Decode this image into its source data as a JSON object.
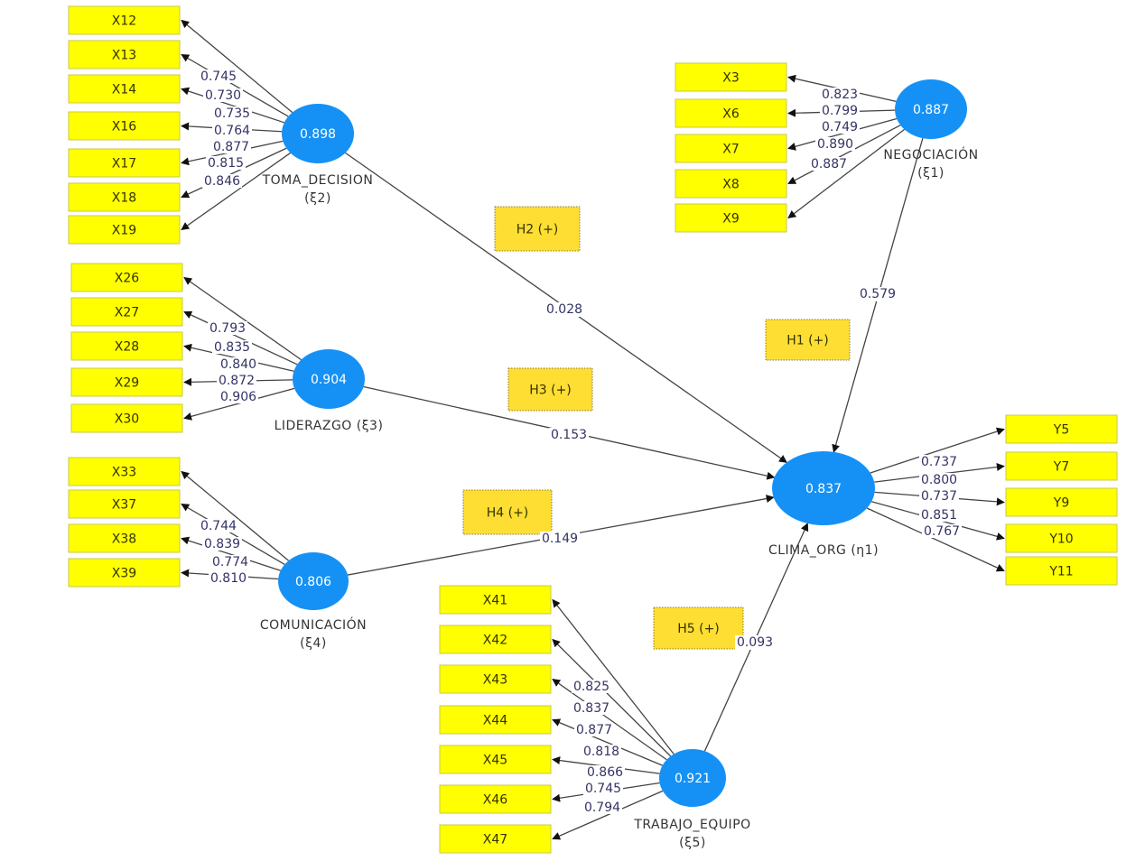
{
  "diagram": {
    "type": "pls-sem-path-model",
    "colors": {
      "latent": "#1591f5",
      "indicator": "#ffff00",
      "hypothesis": "#ffde33",
      "edge": "#444444"
    },
    "latent_variables": [
      {
        "id": "negociacion",
        "name": "NEGOCIACIÓN",
        "symbol": "(ξ1)",
        "value": "0.887",
        "indicators": [
          {
            "label": "X3",
            "loading": "0.823"
          },
          {
            "label": "X6",
            "loading": "0.799"
          },
          {
            "label": "X7",
            "loading": "0.749"
          },
          {
            "label": "X8",
            "loading": "0.890"
          },
          {
            "label": "X9",
            "loading": "0.887"
          }
        ]
      },
      {
        "id": "toma_decision",
        "name": "TOMA_DECISION",
        "symbol": "(ξ2)",
        "value": "0.898",
        "indicators": [
          {
            "label": "X12",
            "loading": "0.745"
          },
          {
            "label": "X13",
            "loading": "0.730"
          },
          {
            "label": "X14",
            "loading": "0.735"
          },
          {
            "label": "X16",
            "loading": "0.764"
          },
          {
            "label": "X17",
            "loading": "0.877"
          },
          {
            "label": "X18",
            "loading": "0.815"
          },
          {
            "label": "X19",
            "loading": "0.846"
          }
        ]
      },
      {
        "id": "liderazgo",
        "name": "LIDERAZGO (ξ3)",
        "symbol": "",
        "value": "0.904",
        "indicators": [
          {
            "label": "X26",
            "loading": "0.793"
          },
          {
            "label": "X27",
            "loading": "0.835"
          },
          {
            "label": "X28",
            "loading": "0.840"
          },
          {
            "label": "X29",
            "loading": "0.872"
          },
          {
            "label": "X30",
            "loading": "0.906"
          }
        ]
      },
      {
        "id": "comunicacion",
        "name": "COMUNICACIÓN",
        "symbol": "(ξ4)",
        "value": "0.806",
        "indicators": [
          {
            "label": "X33",
            "loading": "0.744"
          },
          {
            "label": "X37",
            "loading": "0.839"
          },
          {
            "label": "X38",
            "loading": "0.774"
          },
          {
            "label": "X39",
            "loading": "0.810"
          }
        ]
      },
      {
        "id": "trabajo_equipo",
        "name": "TRABAJO_EQUIPO",
        "symbol": "(ξ5)",
        "value": "0.921",
        "indicators": [
          {
            "label": "X41",
            "loading": "0.825"
          },
          {
            "label": "X42",
            "loading": "0.837"
          },
          {
            "label": "X43",
            "loading": "0.877"
          },
          {
            "label": "X44",
            "loading": "0.818"
          },
          {
            "label": "X45",
            "loading": "0.866"
          },
          {
            "label": "X46",
            "loading": "0.745"
          },
          {
            "label": "X47",
            "loading": "0.794"
          }
        ]
      },
      {
        "id": "clima_org",
        "name": "CLIMA_ORG (η1)",
        "symbol": "",
        "value": "0.837",
        "indicators": [
          {
            "label": "Y5",
            "loading": "0.737"
          },
          {
            "label": "Y7",
            "loading": "0.800"
          },
          {
            "label": "Y9",
            "loading": "0.737"
          },
          {
            "label": "Y10",
            "loading": "0.851"
          },
          {
            "label": "Y11",
            "loading": "0.767"
          }
        ]
      }
    ],
    "paths": [
      {
        "from": "negociacion",
        "to": "clima_org",
        "coefficient": "0.579",
        "hypothesis": "H1 (+)"
      },
      {
        "from": "toma_decision",
        "to": "clima_org",
        "coefficient": "0.028",
        "hypothesis": "H2 (+)"
      },
      {
        "from": "liderazgo",
        "to": "clima_org",
        "coefficient": "0.153",
        "hypothesis": "H3 (+)"
      },
      {
        "from": "comunicacion",
        "to": "clima_org",
        "coefficient": "0.149",
        "hypothesis": "H4 (+)"
      },
      {
        "from": "trabajo_equipo",
        "to": "clima_org",
        "coefficient": "0.093",
        "hypothesis": "H5 (+)"
      }
    ]
  }
}
